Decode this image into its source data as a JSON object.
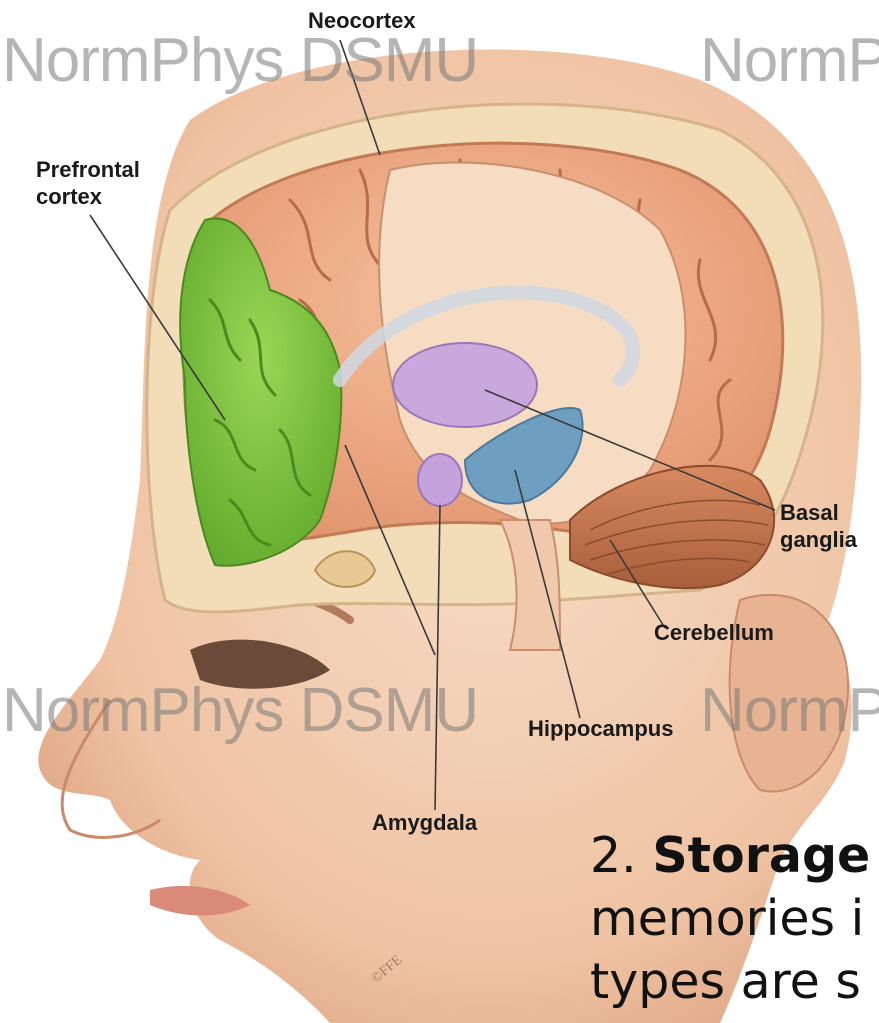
{
  "labels": {
    "neocortex": "Neocortex",
    "prefrontal_line1": "Prefrontal",
    "prefrontal_line2": "cortex",
    "basal_line1": "Basal",
    "basal_line2": "ganglia",
    "cerebellum": "Cerebellum",
    "hippocampus": "Hippocampus",
    "amygdala": "Amygdala"
  },
  "watermarks": {
    "top_left": "NormPhys DSMU",
    "top_right": "NormP",
    "mid_left": "NormPhys DSMU",
    "mid_right": "NormP"
  },
  "caption": {
    "number": "2.",
    "bold": "Storage",
    "line2": "memories i",
    "line3": "types are s"
  },
  "signature": "©FFE",
  "colors": {
    "prefrontal": "#7cc43a",
    "cortex": "#e8a07a",
    "basal_ganglia": "#c9a8dd",
    "hippocampus": "#6f9fc0",
    "cerebellum": "#c77a52",
    "skin": "#f2c6a8"
  }
}
